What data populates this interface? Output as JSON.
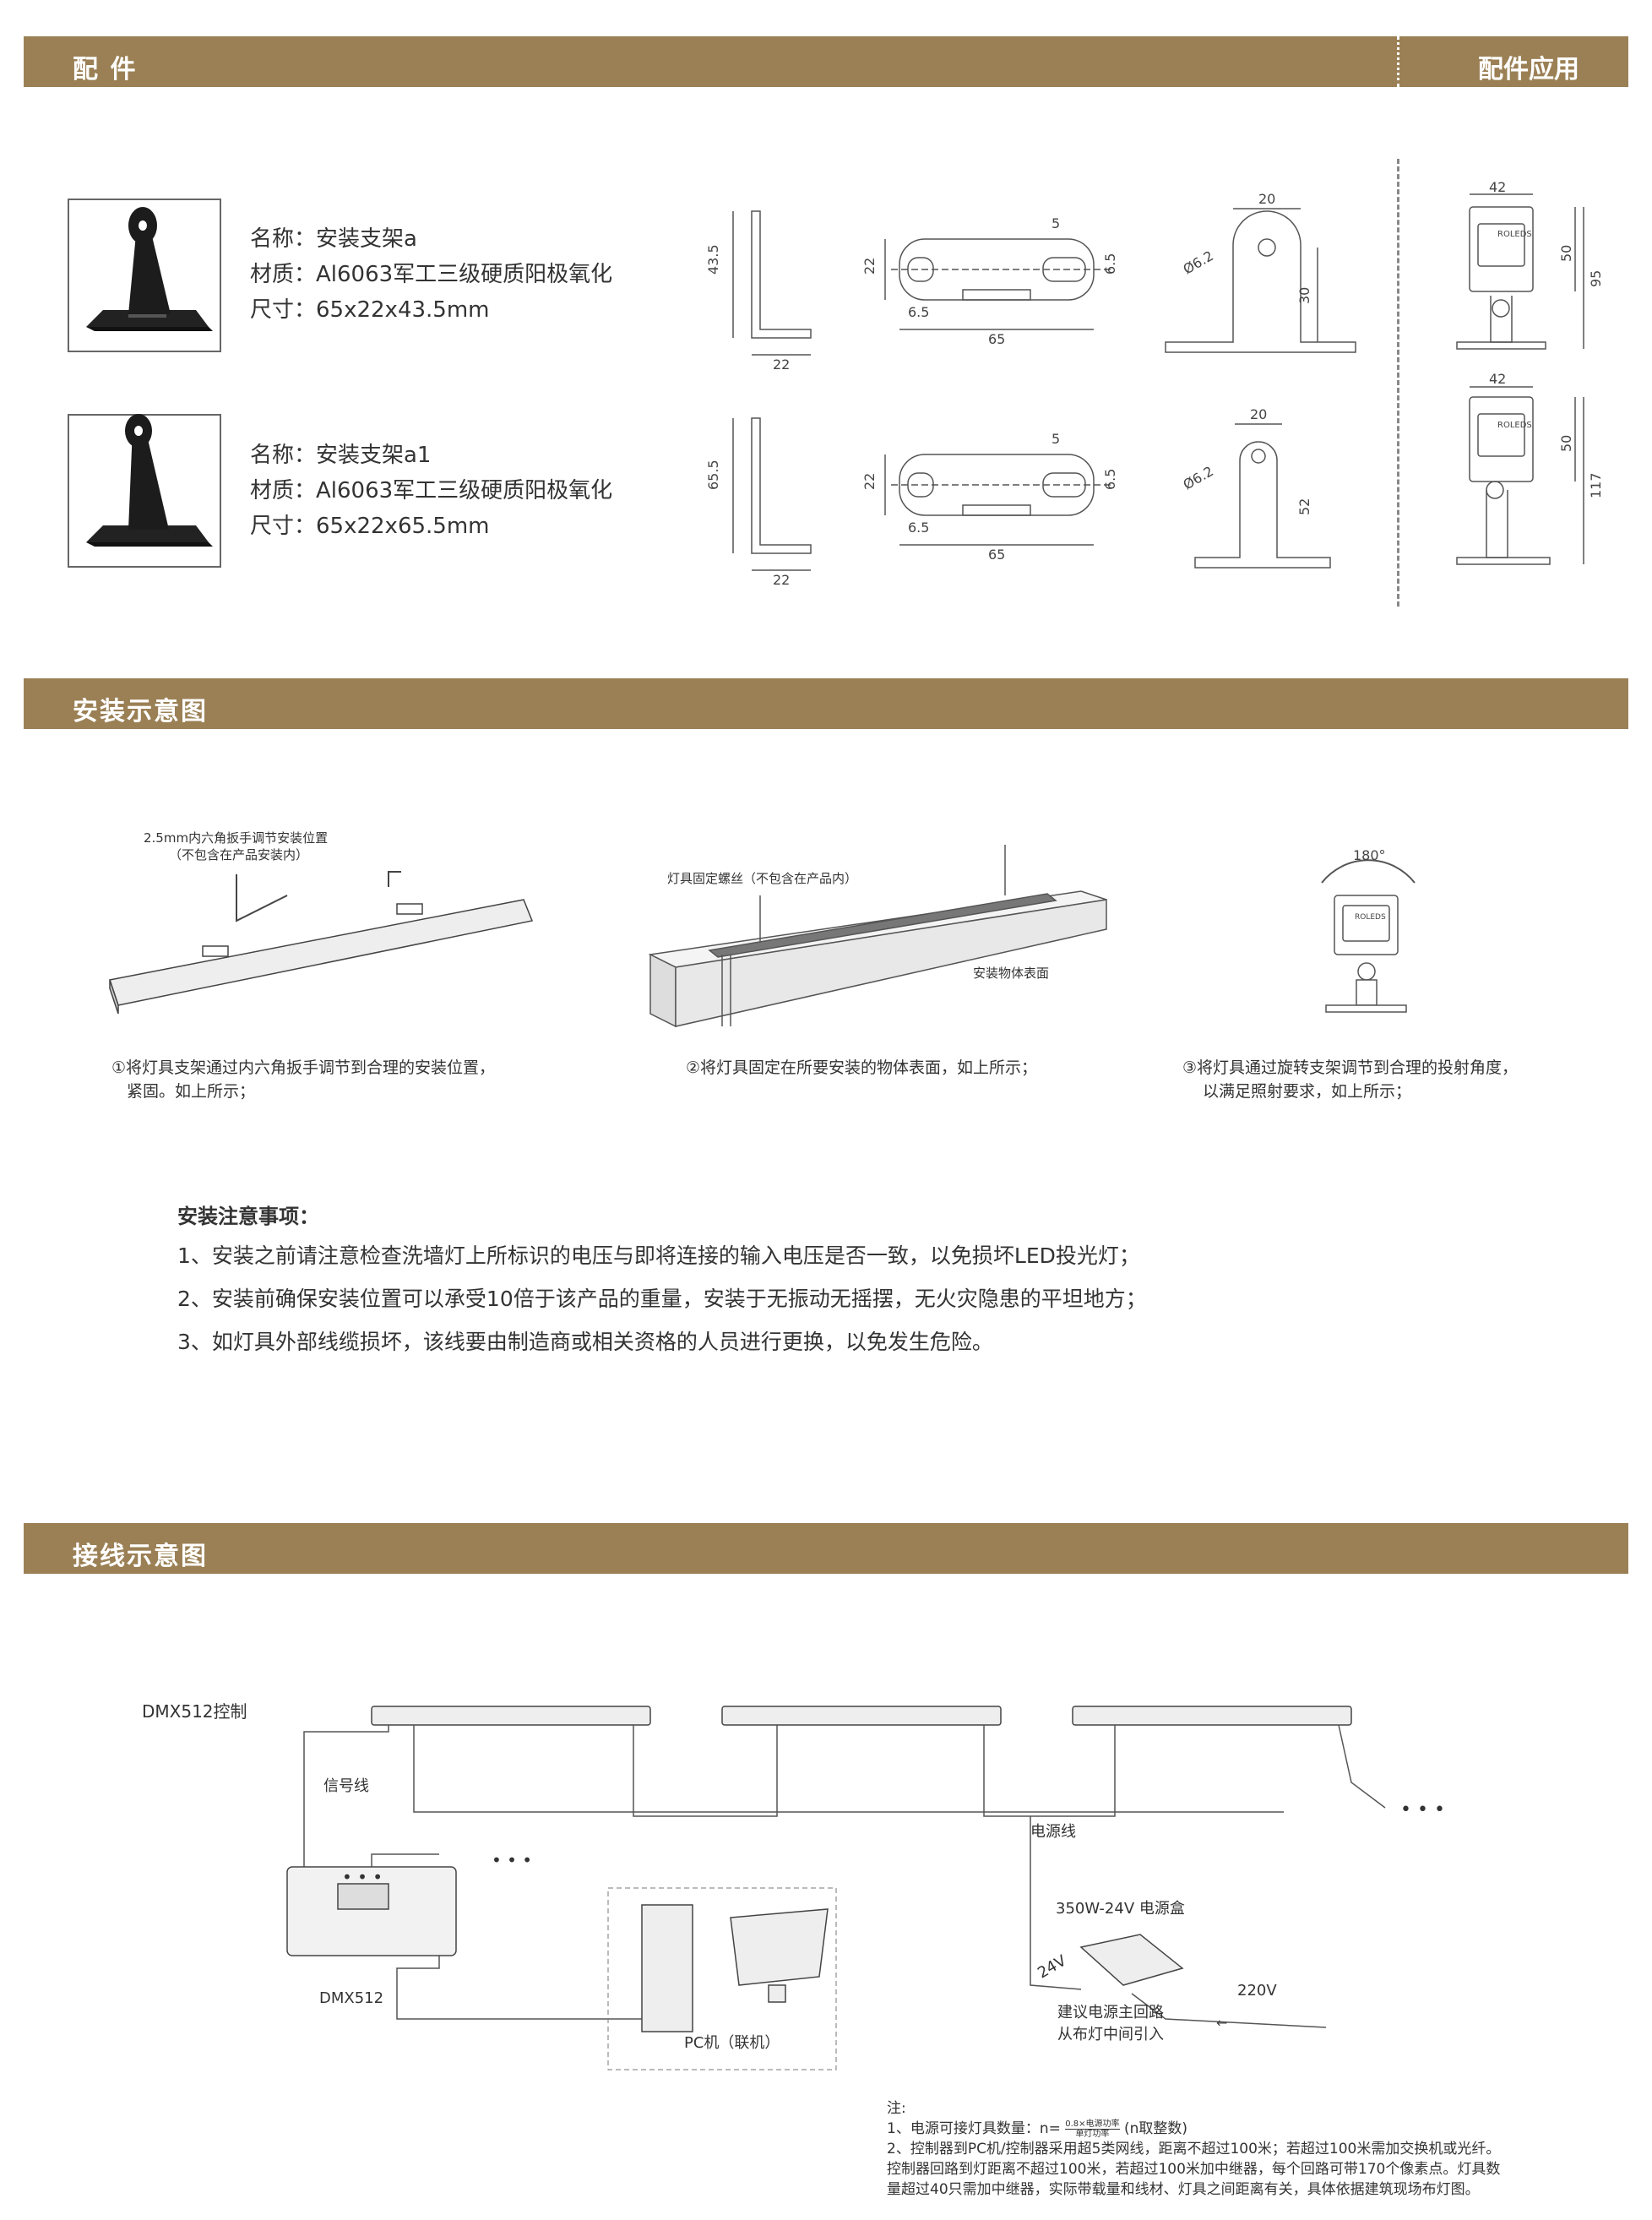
{
  "sections": {
    "accessories": "配 件",
    "accessories_app": "配件应用",
    "install_diagram": "安装示意图",
    "wiring_diagram": "接线示意图"
  },
  "brackets": [
    {
      "name": "名称：安装支架a",
      "material": "材质：Al6063军工三级硬质阳极氧化",
      "size": "尺寸：65x22x43.5mm",
      "dims": {
        "side_h": "43.5",
        "side_w": "22",
        "top_h": "22",
        "top_w": "65",
        "slot": "5",
        "slot_h": "6.5",
        "hole_off": "6.5",
        "hole_d": "Ø6.2",
        "front_w": "20",
        "front_h": "30",
        "app_w": "42",
        "app_h1": "50",
        "app_h2": "95"
      }
    },
    {
      "name": "名称：安装支架a1",
      "material": "材质：Al6063军工三级硬质阳极氧化",
      "size": "尺寸：65x22x65.5mm",
      "dims": {
        "side_h": "65.5",
        "side_w": "22",
        "top_h": "22",
        "top_w": "65",
        "slot": "5",
        "slot_h": "6.5",
        "hole_off": "6.5",
        "hole_d": "Ø6.2",
        "front_w": "20",
        "front_h": "52",
        "app_w": "42",
        "app_h1": "50",
        "app_h2": "117"
      }
    }
  ],
  "brand": "ROLEDS",
  "install": {
    "tool_note_1": "2.5mm内六角扳手调节安装位置",
    "tool_note_2": "（不包含在产品安装内）",
    "screw_note": "灯具固定螺丝（不包含在产品内）",
    "surface_note": "安装物体表面",
    "angle": "180°",
    "step1_a": "①将灯具支架通过内六角扳手调节到合理的安装位置，",
    "step1_b": "紧固。如上所示；",
    "step2": "②将灯具固定在所要安装的物体表面，如上所示；",
    "step3_a": "③将灯具通过旋转支架调节到合理的投射角度，",
    "step3_b": "以满足照射要求，如上所示；"
  },
  "notes": {
    "title": "安装注意事项：",
    "items": [
      "1、安装之前请注意检查洗墙灯上所标识的电压与即将连接的输入电压是否一致，以免损坏LED投光灯；",
      "2、安装前确保安装位置可以承受10倍于该产品的重量，安装于无振动无摇摆，无火灾隐患的平坦地方；",
      "3、如灯具外部线缆损坏，该线要由制造商或相关资格的人员进行更换，以免发生危险。"
    ]
  },
  "wiring": {
    "dmx_title": "DMX512控制",
    "signal": "信号线",
    "power_line": "电源线",
    "psu": "350W-24V 电源盒",
    "v24": "24V",
    "v220": "220V",
    "advice_1": "建议电源主回路",
    "advice_2": "从布灯中间引入",
    "dmx": "DMX512",
    "pc": "PC机（联机）",
    "ellipsis": "• • •"
  },
  "footnote": {
    "label": "注:",
    "line1": "1、电源可接灯具数量：n=",
    "frac_num": "0.8×电源功率",
    "frac_den": "单灯功率",
    "line1_tail": "(n取整数)",
    "line2": "2、控制器到PC机/控制器采用超5类网线，距离不超过100米；若超过100米需加交换机或光纤。",
    "line3": "控制器回路到灯距离不超过100米，若超过100米加中继器，每个回路可带170个像素点。灯具数",
    "line4": "量超过40只需加中继器，实际带载量和线材、灯具之间距离有关，具体依据建筑现场布灯图。"
  }
}
